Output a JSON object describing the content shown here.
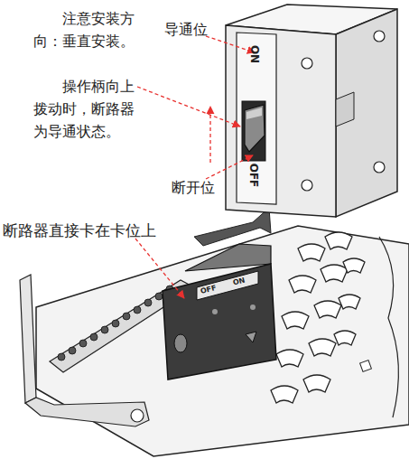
{
  "diagram": {
    "labels": [
      "注意安装方向：垂直安装。",
      "导通位",
      "操作柄向上拨动时，断路器为导通状态。",
      "ON",
      "OFF",
      "断开位",
      "断路器直接卡在卡位上",
      "OFF",
      "ON"
    ]
  }
}
